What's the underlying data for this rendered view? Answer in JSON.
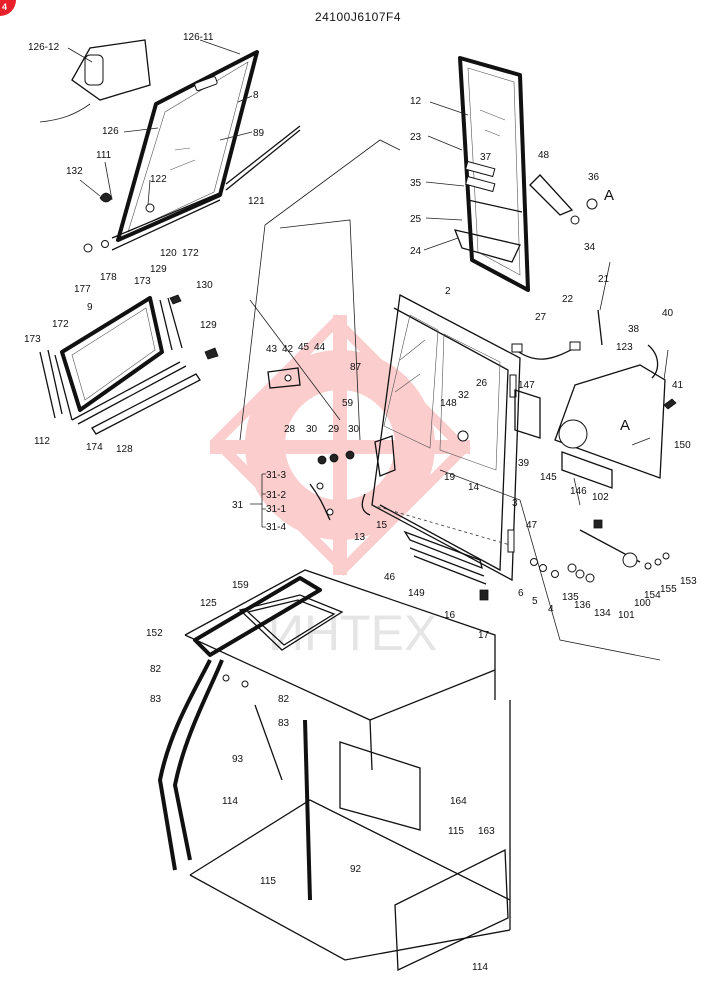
{
  "document_code": "24100J6107F4",
  "watermark": "ИНТЕХ",
  "view_marker": "A",
  "callouts": [
    "126-12",
    "126-11",
    "126",
    "8",
    "89",
    "111",
    "132",
    "122",
    "121",
    "120",
    "172",
    "178",
    "177",
    "173",
    "129",
    "130",
    "9",
    "112",
    "174",
    "128",
    "12",
    "23",
    "37",
    "48",
    "36",
    "35",
    "25",
    "24",
    "34",
    "2",
    "21",
    "22",
    "27",
    "40",
    "38",
    "123",
    "87",
    "59",
    "43",
    "42",
    "45",
    "44",
    "26",
    "32",
    "147",
    "148",
    "41",
    "150",
    "145",
    "39",
    "19",
    "28",
    "30",
    "29",
    "14",
    "146",
    "102",
    "31-3",
    "31-2",
    "31-1",
    "31-4",
    "31",
    "15",
    "13",
    "3",
    "47",
    "46",
    "149",
    "6",
    "5",
    "4",
    "135",
    "136",
    "134",
    "101",
    "100",
    "154",
    "155",
    "153",
    "16",
    "17",
    "159",
    "125",
    "152",
    "82",
    "83",
    "93",
    "164",
    "114",
    "115",
    "92",
    "163"
  ],
  "colors": {
    "line": "#111111",
    "watermark": "#ee2222",
    "corner_badge": "#e8202a"
  }
}
